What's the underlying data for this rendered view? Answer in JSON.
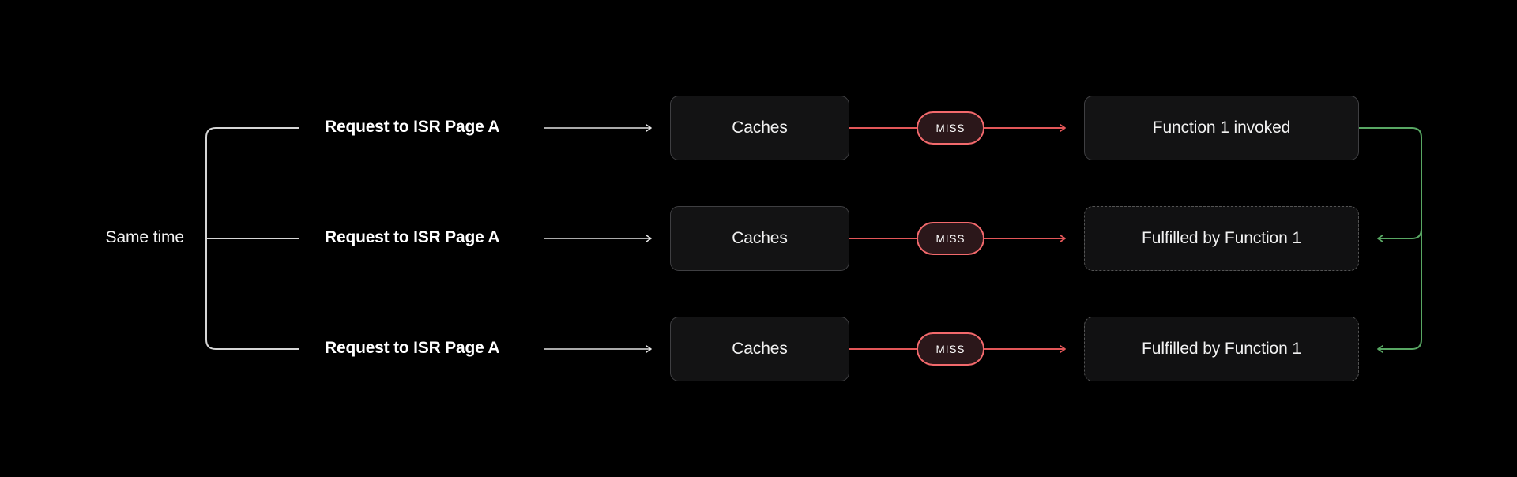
{
  "diagram": {
    "same_time_label": "Same time",
    "rows": [
      {
        "request_label": "Request to ISR Page A",
        "cache_label": "Caches",
        "miss_label": "MISS",
        "result_label": "Function 1 invoked",
        "result_border": "solid"
      },
      {
        "request_label": "Request to ISR Page A",
        "cache_label": "Caches",
        "miss_label": "MISS",
        "result_label": "Fulfilled by Function 1",
        "result_border": "dashed"
      },
      {
        "request_label": "Request to ISR Page A",
        "cache_label": "Caches",
        "miss_label": "MISS",
        "result_label": "Fulfilled by Function 1",
        "result_border": "dashed"
      }
    ],
    "colors": {
      "background": "#000000",
      "box_fill": "#131314",
      "box_border": "#3f3f42",
      "dashed_border": "#545454",
      "miss_border_red": "#f2696c",
      "miss_fill": "#2b171a",
      "red_line": "#e25658",
      "green_line": "#58a763",
      "neutral_line": "#d6d6d6",
      "text": "#f2f2f2"
    }
  }
}
